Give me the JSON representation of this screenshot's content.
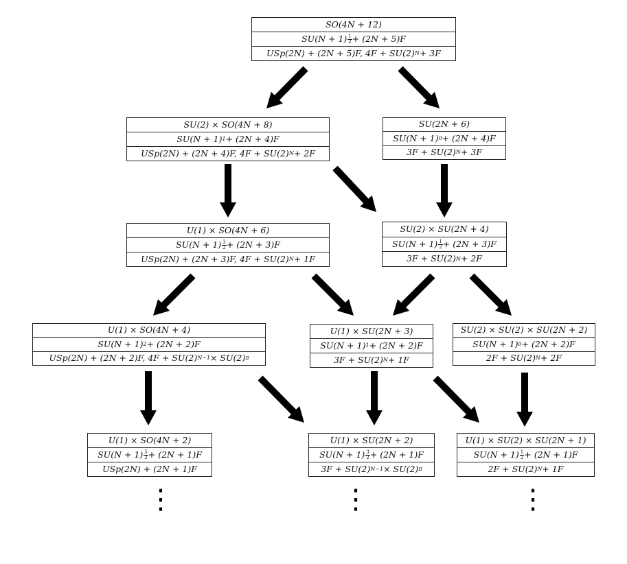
{
  "nodes": [
    {
      "id": "n0",
      "rows": [
        "SO(4N + 12)",
        "SU(N + 1)_{1/2} + (2N + 5)F",
        "USp(2N) + (2N + 5)F, 4F + SU(2)^{N} + 3F"
      ]
    },
    {
      "id": "n1",
      "rows": [
        "SU(2) × SO(4N + 8)",
        "SU(N + 1)_{1} + (2N + 4)F",
        "USp(2N) + (2N + 4)F, 4F + SU(2)^{N} + 2F"
      ]
    },
    {
      "id": "n2",
      "rows": [
        "SU(2N + 6)",
        "SU(N + 1)_{0} + (2N + 4)F",
        "3F + SU(2)^{N} + 3F"
      ]
    },
    {
      "id": "n3",
      "rows": [
        "U(1) × SO(4N + 6)",
        "SU(N + 1)_{3/2} + (2N + 3)F",
        "USp(2N) + (2N + 3)F, 4F + SU(2)^{N} + 1F"
      ]
    },
    {
      "id": "n4",
      "rows": [
        "SU(2) × SU(2N + 4)",
        "SU(N + 1)_{1/2} + (2N + 3)F",
        "3F + SU(2)^{N} + 2F"
      ]
    },
    {
      "id": "n5",
      "rows": [
        "U(1) × SO(4N + 4)",
        "SU(N + 1)_{2} + (2N + 2)F",
        "USp(2N) + (2N + 2)F, 4F + SU(2)^{N−1} × SU(2)_{π}"
      ]
    },
    {
      "id": "n6",
      "rows": [
        "U(1) × SU(2N + 3)",
        "SU(N + 1)_{1} + (2N + 2)F",
        "3F + SU(2)^{N} + 1F"
      ]
    },
    {
      "id": "n7",
      "rows": [
        "SU(2) × SU(2) × SU(2N + 2)",
        "SU(N + 1)_{0} + (2N + 2)F",
        "2F + SU(2)^{N} + 2F"
      ]
    },
    {
      "id": "n8",
      "rows": [
        "U(1) × SO(4N + 2)",
        "SU(N + 1)_{5/2} + (2N + 1)F",
        "USp(2N) + (2N + 1)F"
      ]
    },
    {
      "id": "n9",
      "rows": [
        "U(1) × SU(2N + 2)",
        "SU(N + 1)_{3/2} + (2N + 1)F",
        "3F + SU(2)^{N−1} × SU(2)_{π}"
      ]
    },
    {
      "id": "n10",
      "rows": [
        "U(1) × SU(2) × SU(2N + 1)",
        "SU(N + 1)_{1/2} + (2N + 1)F",
        "2F + SU(2)^{N} + 1F"
      ]
    }
  ],
  "edges": [
    {
      "from": "n0",
      "to": "n1"
    },
    {
      "from": "n0",
      "to": "n2"
    },
    {
      "from": "n1",
      "to": "n3"
    },
    {
      "from": "n1",
      "to": "n4"
    },
    {
      "from": "n2",
      "to": "n4"
    },
    {
      "from": "n3",
      "to": "n5"
    },
    {
      "from": "n3",
      "to": "n6"
    },
    {
      "from": "n4",
      "to": "n6"
    },
    {
      "from": "n4",
      "to": "n7"
    },
    {
      "from": "n5",
      "to": "n8"
    },
    {
      "from": "n5",
      "to": "n9"
    },
    {
      "from": "n6",
      "to": "n9"
    },
    {
      "from": "n6",
      "to": "n10"
    },
    {
      "from": "n7",
      "to": "n10"
    }
  ],
  "continuation": "⋮"
}
